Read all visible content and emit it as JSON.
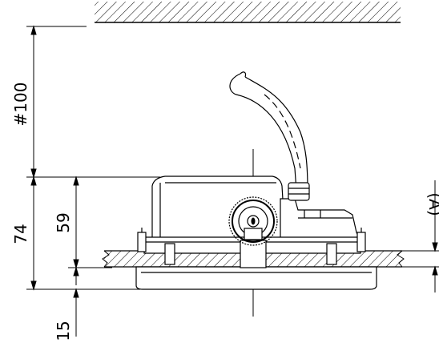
{
  "diagram": {
    "dimensions": {
      "clearance": "#100",
      "total_height": "74",
      "body_height": "59",
      "flange": "15",
      "ceiling_thickness": "(A)"
    },
    "colors": {
      "stroke": "#000000",
      "background": "#ffffff"
    }
  }
}
